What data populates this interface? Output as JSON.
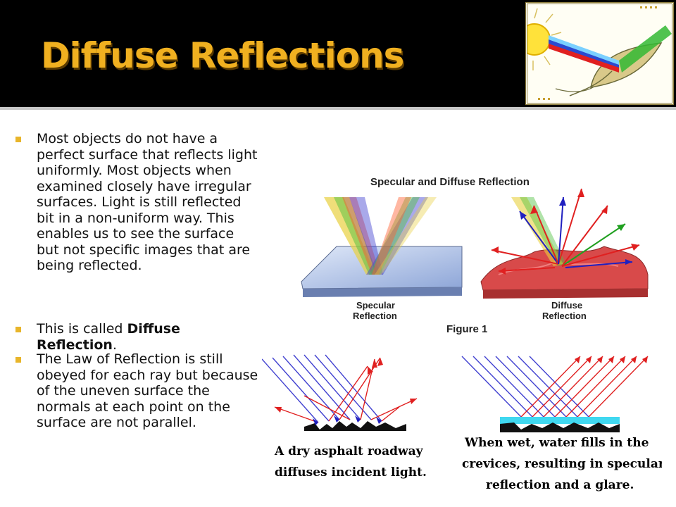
{
  "title": "Diffuse Reflections",
  "bullets": [
    {
      "text": "Most objects do not have a perfect surface that reflects light uniformly.  Most objects when examined closely have irregular surfaces.  Light is still reflected bit in a non-uniform way.  This enables us to see the surface but not specific images that are being reflected."
    },
    {
      "text_before": "This is called ",
      "bold": "Diffuse Reflection",
      "text_after": "."
    },
    {
      "text": "The Law of Reflection is still obeyed for each ray but because of the uneven surface the normals at each point on the surface are not parallel."
    }
  ],
  "figure_top": {
    "heading": "Specular and Diffuse Reflection",
    "left_label_1": "Specular",
    "left_label_2": "Reflection",
    "right_label_1": "Diffuse",
    "right_label_2": "Reflection",
    "caption": "Figure 1"
  },
  "figure_left": {
    "caption_1": "A dry asphalt roadway",
    "caption_2": "diffuses incident light."
  },
  "figure_right": {
    "caption_1": "When wet, water fills in the",
    "caption_2": "crevices, resulting in specular",
    "caption_3": "reflection and a glare."
  },
  "colors": {
    "accent": "#f0b020",
    "bullet": "#e8b52a",
    "incident_ray": "#2020c0",
    "reflected_ray": "#e02020",
    "water": "#40d8f0"
  }
}
